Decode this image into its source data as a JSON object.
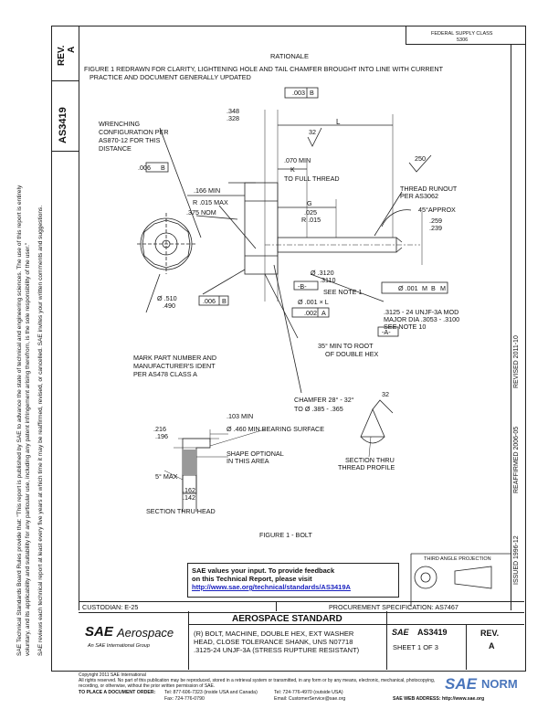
{
  "left_notice": {
    "line1": "SAE Technical Standards Board Rules provide that: \"This report is published by SAE to advance the state of technical and engineering sciences. The use of this report is entirely",
    "line2": "voluntary, and its applicability and suitability for any particular use, including any patent infringement arising therefrom, is the sole responsibility of the user.\"",
    "line3": "SAE reviews each technical report at least every five years at which time it may be reaffirmed, revised, or cancelled. SAE invites your written comments and suggestions."
  },
  "rev_box": {
    "label": "REV.",
    "value": "A"
  },
  "doc_id_vertical": "AS3419",
  "top_right_note": {
    "line1": "FEDERAL SUPPLY CLASS",
    "line2": "5306"
  },
  "rationale": {
    "heading": "RATIONALE",
    "line1": "FIGURE 1 REDRAWN FOR CLARITY, LIGHTENING HOLE AND TAIL CHAMFER BROUGHT INTO LINE WITH CURRENT",
    "line2": "PRACTICE AND DOCUMENT GENERALLY UPDATED"
  },
  "right_vertical": {
    "issued": "ISSUED 1996-12",
    "reaffirmed": "REAFFIRMED 2006-05",
    "revised": "REVISED 2011-10"
  },
  "drawing": {
    "wrenching": [
      "WRENCHING",
      "CONFIGURATION PER",
      "AS870-12 FOR THIS",
      "DISTANCE"
    ],
    "dim_348": ".348",
    "dim_328": ".328",
    "tol_003": ".003",
    "datum_b": "B",
    "letter_l": "L",
    "finish_32": "32",
    "tol_006": ".006",
    "dim_070": ".070 MIN",
    "letter_k": "K",
    "to_full_thread": "TO FULL THREAD",
    "finish_250": "250",
    "dim_166": ".166 MIN",
    "r_015": "R .015 MAX",
    "dim_375": ".375 NOM",
    "letter_g": "G",
    "dim_025": ".025",
    "r_015b": "R .015",
    "thread_runout": [
      "THREAD RUNOUT",
      "PER AS3062"
    ],
    "deg45": "45°APPROX",
    "dim_259": ".259",
    "dim_239": ".239",
    "dia_3120": "Ø .3120",
    "dia_3110": ".3110",
    "see_note1": "SEE NOTE 1",
    "dia_001": "Ø .001 × L",
    "tol_002": ".002",
    "datum_a": "A",
    "pos_001": "Ø .001",
    "m1": "M",
    "m2": "M",
    "dia_510": "Ø .510",
    "dim_490": ".490",
    "thread_spec": [
      ".3125 - 24 UNJF-3A MOD",
      "MAJOR DIA .3053 - .3100",
      "SEE NOTE 10"
    ],
    "datum_a_flag": "-A-",
    "datum_b_flag": "-B-",
    "mark_part": [
      "MARK PART NUMBER AND",
      "MANUFACTURER'S IDENT",
      "PER AS478 CLASS A"
    ],
    "min_35": [
      "35° MIN TO ROOT",
      "OF DOUBLE HEX"
    ],
    "chamfer": [
      "CHAMFER 28° - 32°",
      "TO Ø .385 - .365"
    ],
    "dim_103": ".103 MIN",
    "dia_460": "Ø .460 MIN BEARING SURFACE",
    "dim_216": ".216",
    "dim_196": ".196",
    "shape_optional": [
      "SHAPE OPTIONAL",
      "IN THIS AREA"
    ],
    "max_5": "5° MAX",
    "dim_162": ".162",
    "dim_142": ".142",
    "section_head": "SECTION THRU HEAD",
    "section_thread": [
      "SECTION THRU",
      "THREAD PROFILE"
    ],
    "finish_32b": "32",
    "figure_caption": "FIGURE 1 - BOLT"
  },
  "feedback": {
    "line1": "SAE values your input. To provide feedback",
    "line2": "on this Technical Report, please visit",
    "url": "http://www.sae.org/technical/standards/AS3419A"
  },
  "third_angle": "THIRD ANGLE PROJECTION",
  "title_block": {
    "custodian": "CUSTODIAN: E-25",
    "procurement": "PROCUREMENT SPECIFICATION: AS7467",
    "logo_sae": "SAE",
    "logo_aero": "Aerospace",
    "logo_tag": "An SAE International Group",
    "heading": "AEROSPACE STANDARD",
    "title_line1": "(R) BOLT, MACHINE, DOUBLE HEX, EXT WASHER",
    "title_line2": "HEAD, CLOSE TOLERANCE SHANK, UNS N07718",
    "title_line3": ".3125-24 UNJF-3A (STRESS RUPTURE RESISTANT)",
    "sae_small": "SAE",
    "doc_no": "AS3419",
    "sheet": "SHEET 1 OF 3",
    "rev_label": "REV.",
    "rev_value": "A"
  },
  "footer": {
    "copyright": "Copyright 2011 SAE International",
    "rights": "All rights reserved. No part of this publication may be reproduced, stored in a retrieval system or transmitted, in any form or by any means, electronic, mechanical, photocopying,",
    "rights2": "recording, or otherwise, without the prior written permission of SAE.",
    "order_label": "TO PLACE A DOCUMENT ORDER:",
    "tel": "Tel: 877-606-7323 (inside USA and Canada)",
    "tel2": "Tel: 724-776-4970 (outside USA)",
    "fax": "Fax: 724-776-0790",
    "email": "Email: CustomerService@sae.org",
    "web": "SAE WEB ADDRESS: http://www.sae.org"
  },
  "watermark": {
    "sae": "SAE",
    "norm": "NORM"
  }
}
